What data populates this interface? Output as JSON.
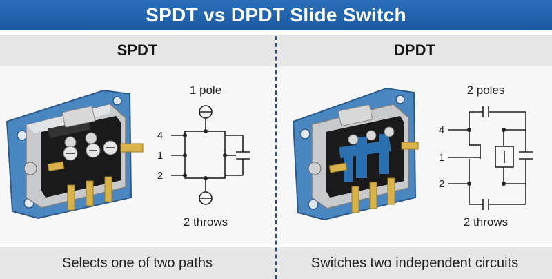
{
  "title": "SPDT vs DPDT Slide Switch",
  "left": {
    "heading": "SPDT",
    "poles_label": "1 pole",
    "throws_label": "2 throws",
    "terminals": [
      "4",
      "1",
      "2"
    ],
    "caption": "Selects one of two paths"
  },
  "right": {
    "heading": "DPDT",
    "poles_label": "2 poles",
    "throws_label": "2 throws",
    "terminals": [
      "4",
      "1",
      "2"
    ],
    "caption": "Switches two independent circuits"
  },
  "colors": {
    "banner": "#1a5aa3",
    "header_band": "#e6e6e6",
    "divider": "#2a4f86",
    "plate_blue": "#4a86c0",
    "housing_black": "#1a1a1a",
    "slider_blue": "#2a6fb0",
    "brass": "#d9b24a"
  }
}
